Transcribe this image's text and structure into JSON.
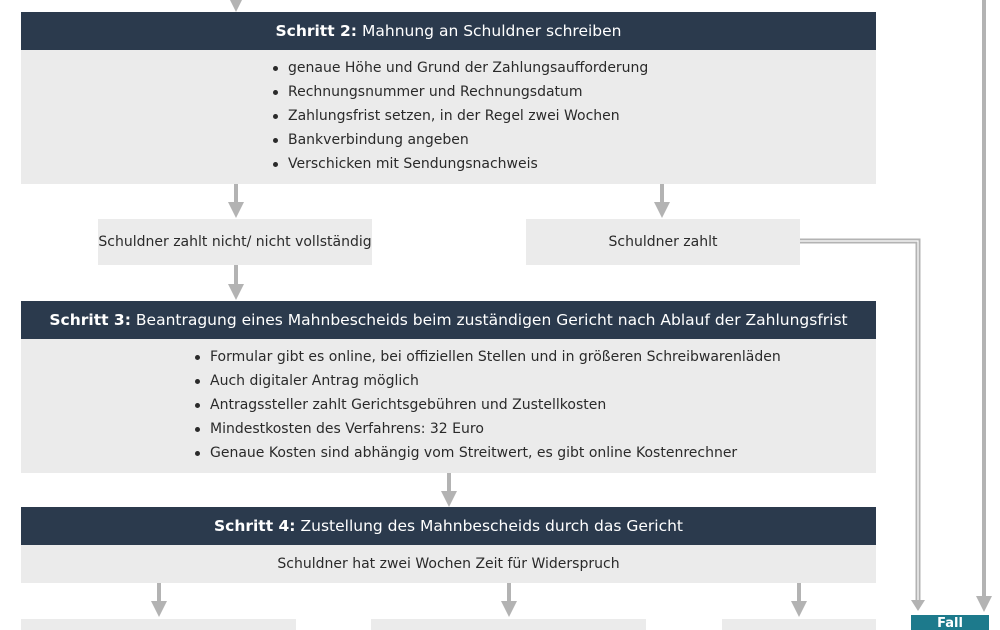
{
  "step2": {
    "label": "Schritt 2:",
    "title": "Mahnung an Schuldner schreiben",
    "bullets": [
      "genaue Höhe und Grund der Zahlungsaufforderung",
      "Rechnungsnummer und Rechnungsdatum",
      "Zahlungsfrist setzen, in der Regel zwei Wochen",
      "Bankverbindung angeben",
      "Verschicken mit Sendungsnachweis"
    ]
  },
  "branch_not_paid": "Schuldner zahlt nicht/ nicht vollständig",
  "branch_paid": "Schuldner zahlt",
  "step3": {
    "label": "Schritt 3:",
    "title": "Beantragung eines Mahnbescheids beim zuständigen Gericht nach Ablauf der Zahlungsfrist",
    "bullets": [
      "Formular gibt es online, bei offiziellen Stellen und in größeren Schreibwarenläden",
      "Auch digitaler Antrag möglich",
      "Antragssteller zahlt Gerichtsgebühren und Zustellkosten",
      "Mindestkosten des Verfahrens: 32 Euro",
      "Genaue Kosten sind abhängig vom Streitwert, es gibt online Kostenrechner"
    ]
  },
  "step4": {
    "label": "Schritt 4:",
    "title": "Zustellung des Mahnbescheids durch das Gericht",
    "note": "Schuldner hat zwei Wochen Zeit für Widerspruch"
  },
  "bottom_right_label": "Fall",
  "colors": {
    "header": "#2b3a4d",
    "panel": "#ebebeb",
    "connector": "#b3b3b3",
    "teal": "#1d7a8c"
  }
}
